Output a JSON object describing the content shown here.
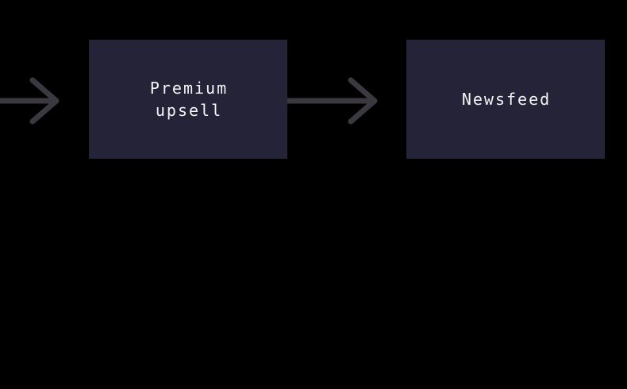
{
  "canvas": {
    "background_color": "#000000"
  },
  "nodes": [
    {
      "id": "premium-upsell",
      "label": "Premium\nupsell",
      "fill_color": "#242338",
      "text_color": "#f4f4f4"
    },
    {
      "id": "newsfeed",
      "label": "Newsfeed",
      "fill_color": "#242338",
      "text_color": "#f4f4f4"
    }
  ],
  "edges": [
    {
      "id": "edge-left-into-premium-upsell",
      "to": "premium-upsell",
      "color": "#3b383f"
    },
    {
      "id": "edge-premium-upsell-to-newsfeed",
      "from": "premium-upsell",
      "to": "newsfeed",
      "color": "#3b383f"
    }
  ]
}
